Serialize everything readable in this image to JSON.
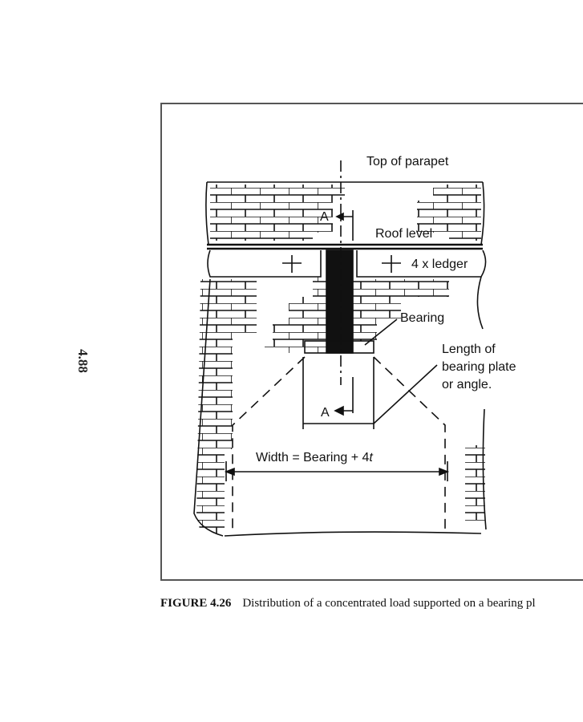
{
  "page_number": "4.88",
  "figure": {
    "labels": {
      "top_of_parapet": "Top of parapet",
      "section_a_top": "A",
      "roof_level": "Roof level",
      "ledger": "4 x ledger",
      "bearing": "Bearing",
      "length_line1": "Length of",
      "length_line2": "bearing plate",
      "length_line3": "or angle.",
      "section_a_bottom": "A",
      "width_formula": "Width = Bearing + 4",
      "width_var": "t"
    }
  },
  "caption": {
    "number": "FIGURE 4.26",
    "text": "Distribution of a concentrated load supported on a bearing pl"
  }
}
